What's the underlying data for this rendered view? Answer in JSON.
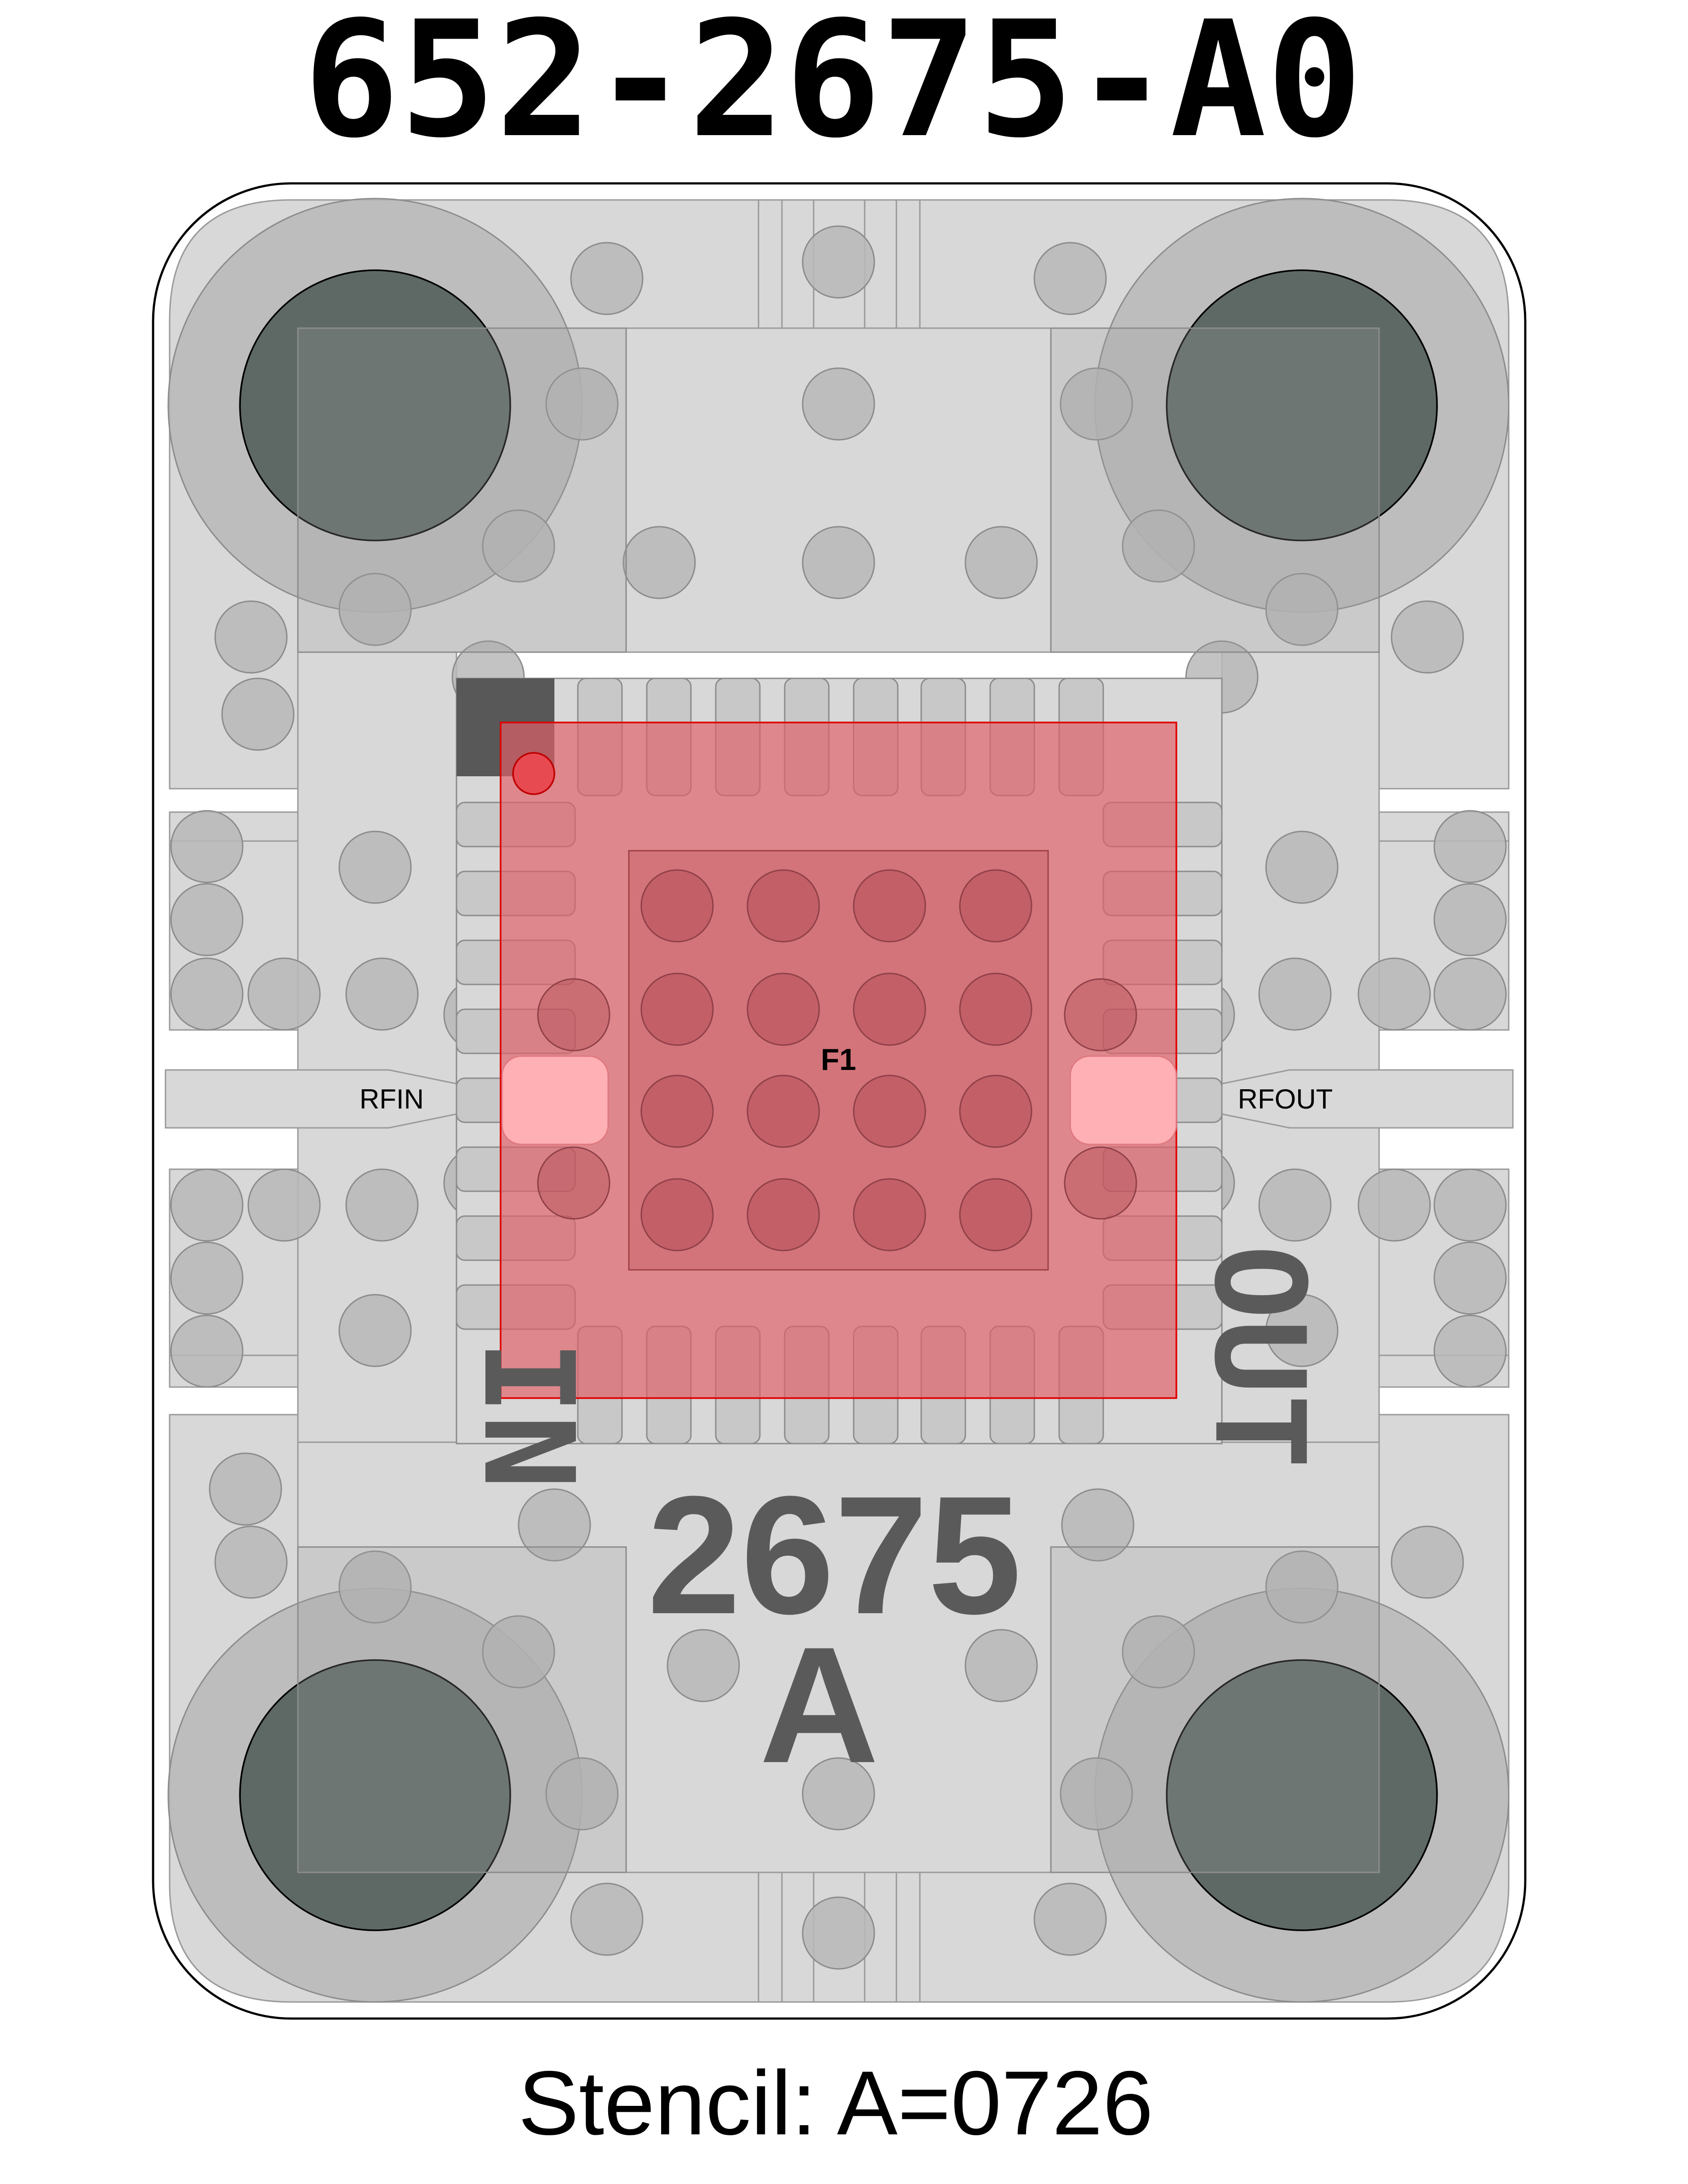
{
  "title": "652-2675-A0",
  "footer": "Stencil: A=0726",
  "labels": {
    "rf_in": "RFIN",
    "rf_out": "RFOUT",
    "component": "F1",
    "silk_in": "IN",
    "silk_out": "OUT",
    "part_number": "2675",
    "revision": "A"
  },
  "colors": {
    "board_outline": "#000000",
    "copper": "#d8d8d8",
    "copper_dark": "#bdbdbd",
    "via": "#b8b8b8",
    "mount_hole": "#5e6966",
    "silkscreen": "#5a5a5a",
    "component_fill": "#e06068",
    "component_stroke": "#e00000",
    "pad_highlight": "#ffb0b4"
  }
}
